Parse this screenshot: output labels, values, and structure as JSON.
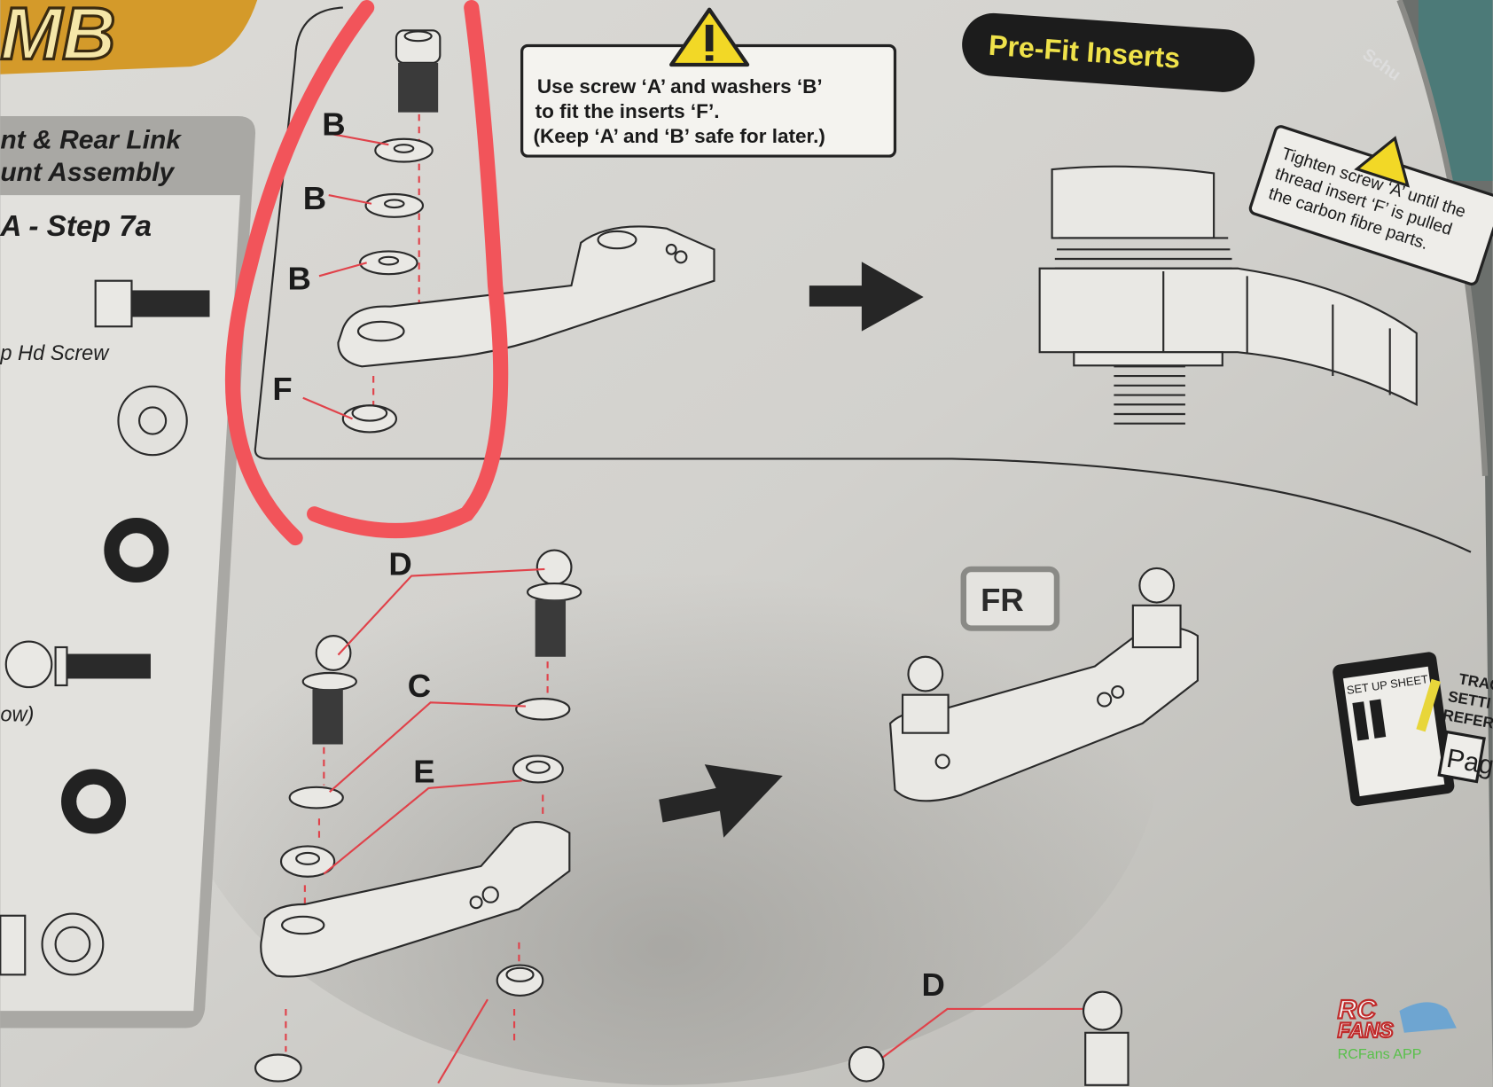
{
  "logo_text": "MB",
  "sidebar": {
    "title_line1": "nt & Rear Link",
    "title_line2": "unt Assembly",
    "step": "A - Step 7a",
    "part_screw": "p Hd Screw",
    "part_ball": "ow)"
  },
  "warning_top": {
    "line1": "Use screw ‘A’ and washers ‘B’",
    "line2": "to fit the inserts ‘F’.",
    "line3": "(Keep ‘A’ and ‘B’ safe for later.)"
  },
  "prefit_title": "Pre-Fit Inserts",
  "corner_tab": "Schu",
  "warning_right": {
    "line1": "Tighten screw ‘A’ until the",
    "line2": "thread insert ‘F’ is pulled",
    "line3": "the carbon fibre parts."
  },
  "labels": {
    "b1": "B",
    "b2": "B",
    "b3": "B",
    "f": "F",
    "d": "D",
    "c": "C",
    "e": "E",
    "d2": "D"
  },
  "fr_badge": "FR",
  "setup": {
    "sheet": "SET UP SHEET",
    "track1": "TRAC",
    "track2": "SETTI",
    "track3": "REFER",
    "page": "Pag"
  },
  "watermark": {
    "logo1": "RC",
    "logo2": "FANS",
    "app": "RCFans APP"
  },
  "colors": {
    "annotation": "#e0424a",
    "warning": "#f2d826",
    "watermark": "#58c04a"
  }
}
